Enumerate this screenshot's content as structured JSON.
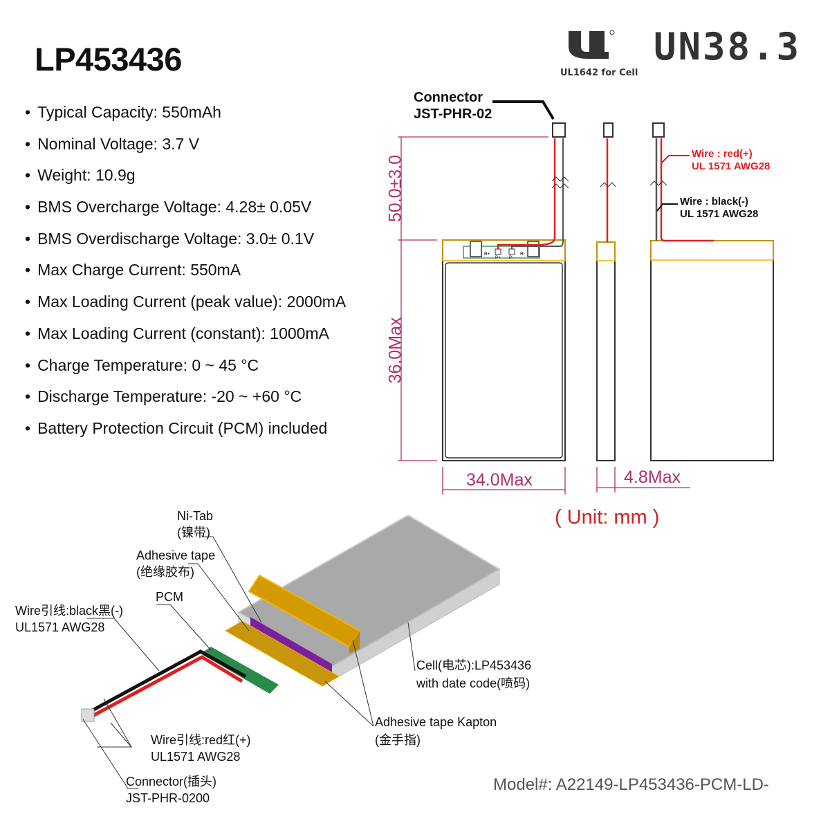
{
  "title": "LP453436",
  "specs": [
    "Typical Capacity: 550mAh",
    "Nominal Voltage: 3.7 V",
    "Weight: 10.9g",
    "BMS Overcharge Voltage: 4.28± 0.05V",
    "BMS Overdischarge Voltage: 3.0± 0.1V",
    "Max Charge Current: 550mA",
    "Max Loading Current (peak value): 2000mA",
    "Max Loading Current (constant): 1000mA",
    "Charge Temperature: 0 ~ 45 °C",
    "Discharge Temperature: -20 ~ +60 °C",
    "Battery Protection Circuit (PCM) included"
  ],
  "certs": {
    "ul_logo": "UR",
    "ul_caption": "UL1642 for Cell",
    "un": "UN38.3"
  },
  "drawing": {
    "connector_line1": "Connector",
    "connector_line2": "JST-PHR-02",
    "wire_red_line1": "Wire : red(+)",
    "wire_red_line2": "UL 1571 AWG28",
    "wire_black_line1": "Wire : black(-)",
    "wire_black_line2": "UL 1571 AWG28",
    "dim_lead": "50.0±3.0",
    "dim_height": "36.0Max",
    "dim_width": "34.0Max",
    "dim_thickness": "4.8Max",
    "unit": "( Unit: mm )",
    "pcm_labels": [
      "B+",
      "P+",
      "P-",
      "B-"
    ]
  },
  "exploded": {
    "ni_tab": [
      "Ni-Tab",
      "(镍带)"
    ],
    "adhesive": [
      "Adhesive tape",
      "(绝缘胶布)"
    ],
    "pcm": "PCM",
    "wire_black": [
      "Wire引线:black黑(-)",
      "UL1571 AWG28"
    ],
    "wire_red": [
      "Wire引线:red红(+)",
      "UL1571 AWG28"
    ],
    "connector": [
      "Connector(插头)",
      "JST-PHR-0200"
    ],
    "cell": [
      "Cell(电芯):LP453436",
      "with date code(喷码)"
    ],
    "kapton": [
      "Adhesive tape Kapton",
      "(金手指)"
    ]
  },
  "model": "Model#: A22149-LP453436-PCM-LD-",
  "colors": {
    "dimension": "#b0306a",
    "red_wire": "#e02020",
    "tape": "#f2b400",
    "kapton": "#c8960a",
    "pcm": "#2a8a4a",
    "unit": "#d02020"
  }
}
